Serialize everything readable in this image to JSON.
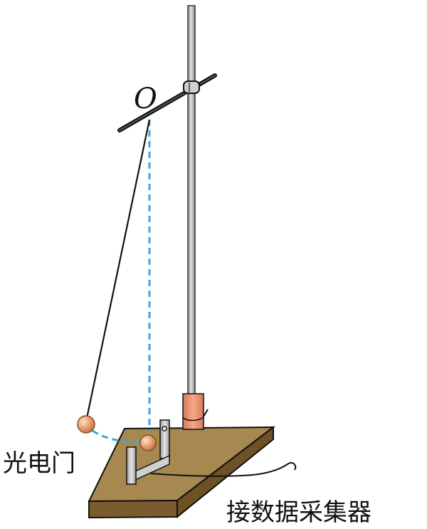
{
  "labels": {
    "pivot": "O",
    "photogate": "光电门",
    "collector": "接数据采集器"
  },
  "colors": {
    "board_top": "#a68850",
    "board_front": "#7a5c2e",
    "rod": "#a8a8a8",
    "collar": "#ec9470",
    "ball": "#e8a070",
    "dashed": "#3aa8e0",
    "line": "#111111"
  }
}
